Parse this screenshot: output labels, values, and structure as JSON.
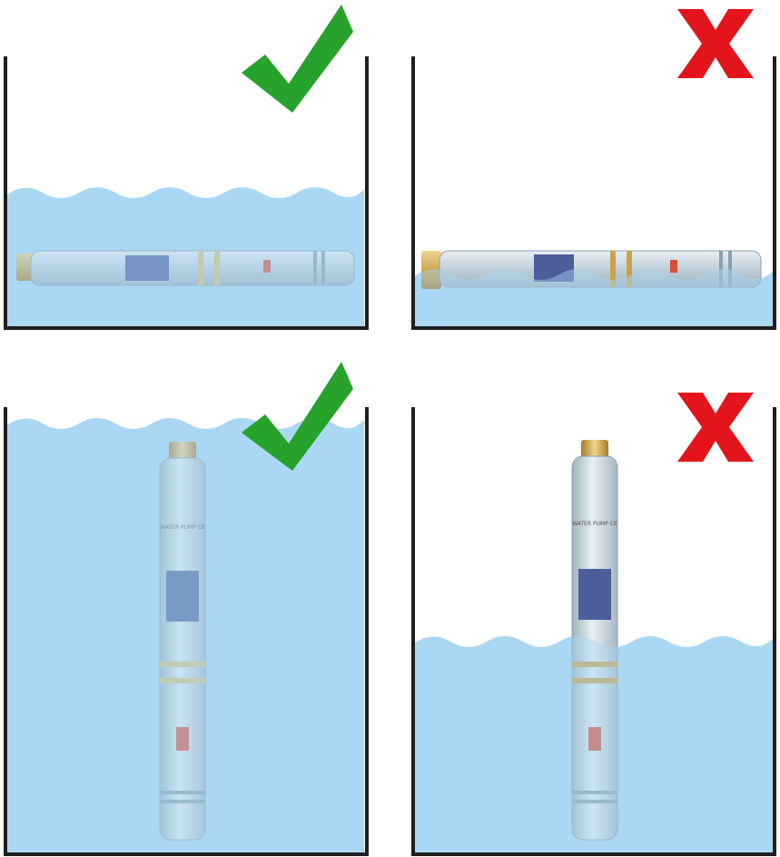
{
  "colors": {
    "water": "#aad7f3",
    "water_edge": "#bfe2f7",
    "tank_outline": "#1f1f1f",
    "correct_mark": "#27a22a",
    "wrong_mark": "#e3141b",
    "pump_body": "#c9d8e0",
    "pump_brass": "#c9a24a",
    "pump_label": "#4b5e9a"
  },
  "panels": [
    {
      "id": "horizontal-full",
      "orientation": "horizontal",
      "submersion": "full",
      "verdict": "correct",
      "icon": "check-icon"
    },
    {
      "id": "horizontal-half",
      "orientation": "horizontal",
      "submersion": "partial",
      "verdict": "wrong",
      "icon": "cross-icon"
    },
    {
      "id": "vertical-full",
      "orientation": "vertical",
      "submersion": "full",
      "verdict": "correct",
      "icon": "check-icon"
    },
    {
      "id": "vertical-half",
      "orientation": "vertical",
      "submersion": "partial",
      "verdict": "wrong",
      "icon": "cross-icon"
    }
  ],
  "pump": {
    "label_text": "WATER PUMP CE"
  }
}
